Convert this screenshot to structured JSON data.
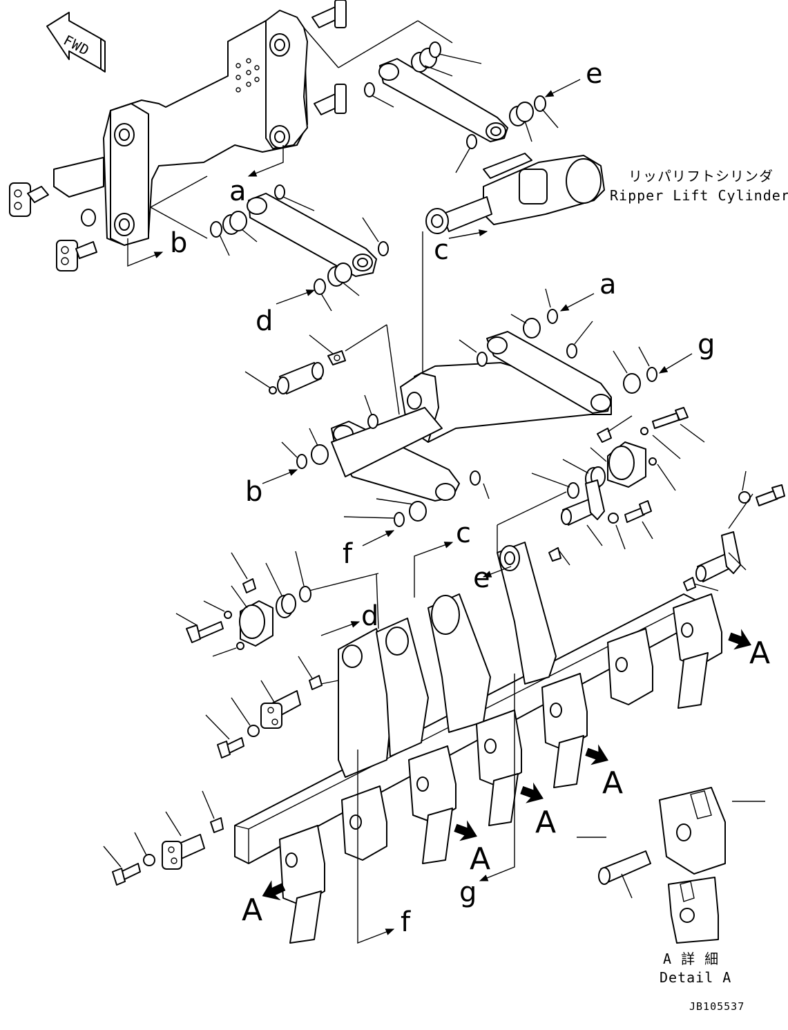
{
  "fwd_label": "FWD",
  "cylinder_label_jp": "リッパリフトシリンダ",
  "cylinder_label_en": "Ripper Lift Cylinder",
  "detail_label_jp": "A 詳 細",
  "detail_label_en": "Detail A",
  "drawing_number": "JB105537",
  "reference_letters": {
    "a": "a",
    "b": "b",
    "c": "c",
    "d": "d",
    "e": "e",
    "f": "f",
    "g": "g",
    "A": "A"
  }
}
